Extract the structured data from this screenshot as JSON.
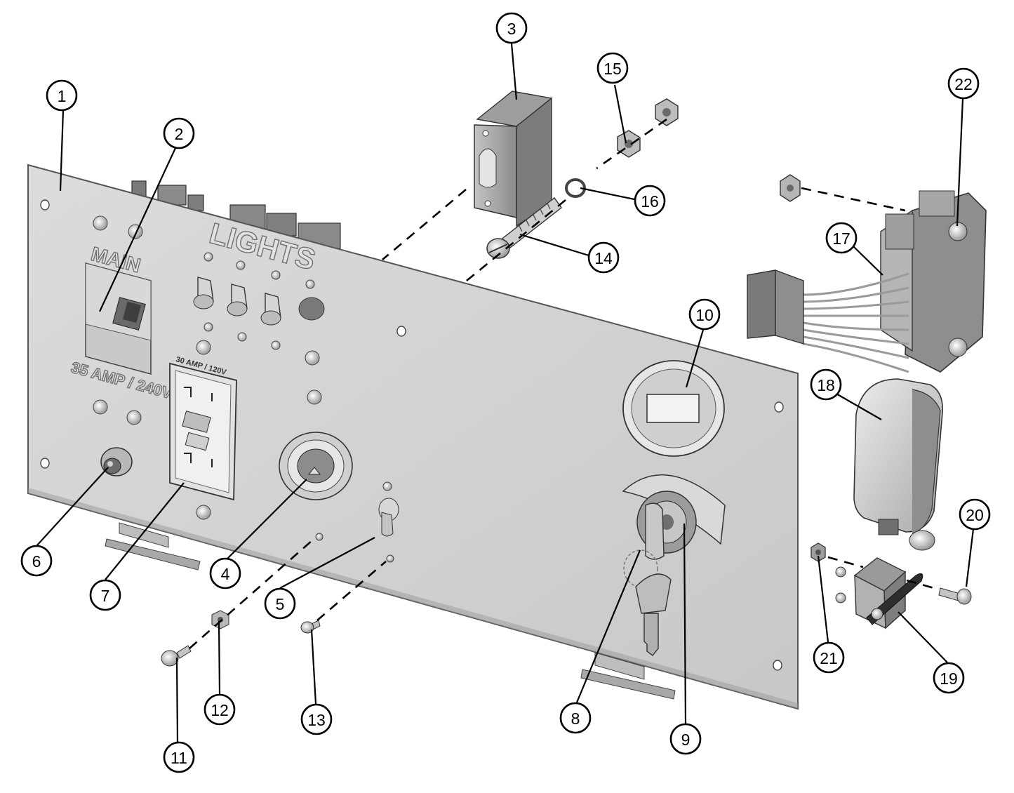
{
  "panel": {
    "main_label": "MAIN",
    "lights_label": "LIGHTS",
    "breaker_rating": "35 AMP / 240V",
    "outlet_rating": "30 AMP / 120V"
  },
  "colors": {
    "panel": "#d4d4d4",
    "panel_edge": "#6a6a6a",
    "part_dark": "#8e8e8e",
    "part_mid": "#b4b4b4",
    "part_light": "#e4e4e4"
  },
  "callouts": [
    {
      "id": "1",
      "label": "1"
    },
    {
      "id": "2",
      "label": "2"
    },
    {
      "id": "3",
      "label": "3"
    },
    {
      "id": "4",
      "label": "4"
    },
    {
      "id": "5",
      "label": "5"
    },
    {
      "id": "6",
      "label": "6"
    },
    {
      "id": "7",
      "label": "7"
    },
    {
      "id": "8",
      "label": "8"
    },
    {
      "id": "9",
      "label": "9"
    },
    {
      "id": "10",
      "label": "10"
    },
    {
      "id": "11",
      "label": "11"
    },
    {
      "id": "12",
      "label": "12"
    },
    {
      "id": "13",
      "label": "13"
    },
    {
      "id": "14",
      "label": "14"
    },
    {
      "id": "15",
      "label": "15"
    },
    {
      "id": "16",
      "label": "16"
    },
    {
      "id": "17",
      "label": "17"
    },
    {
      "id": "18",
      "label": "18"
    },
    {
      "id": "19",
      "label": "19"
    },
    {
      "id": "20",
      "label": "20"
    },
    {
      "id": "21",
      "label": "21"
    },
    {
      "id": "22",
      "label": "22"
    }
  ]
}
